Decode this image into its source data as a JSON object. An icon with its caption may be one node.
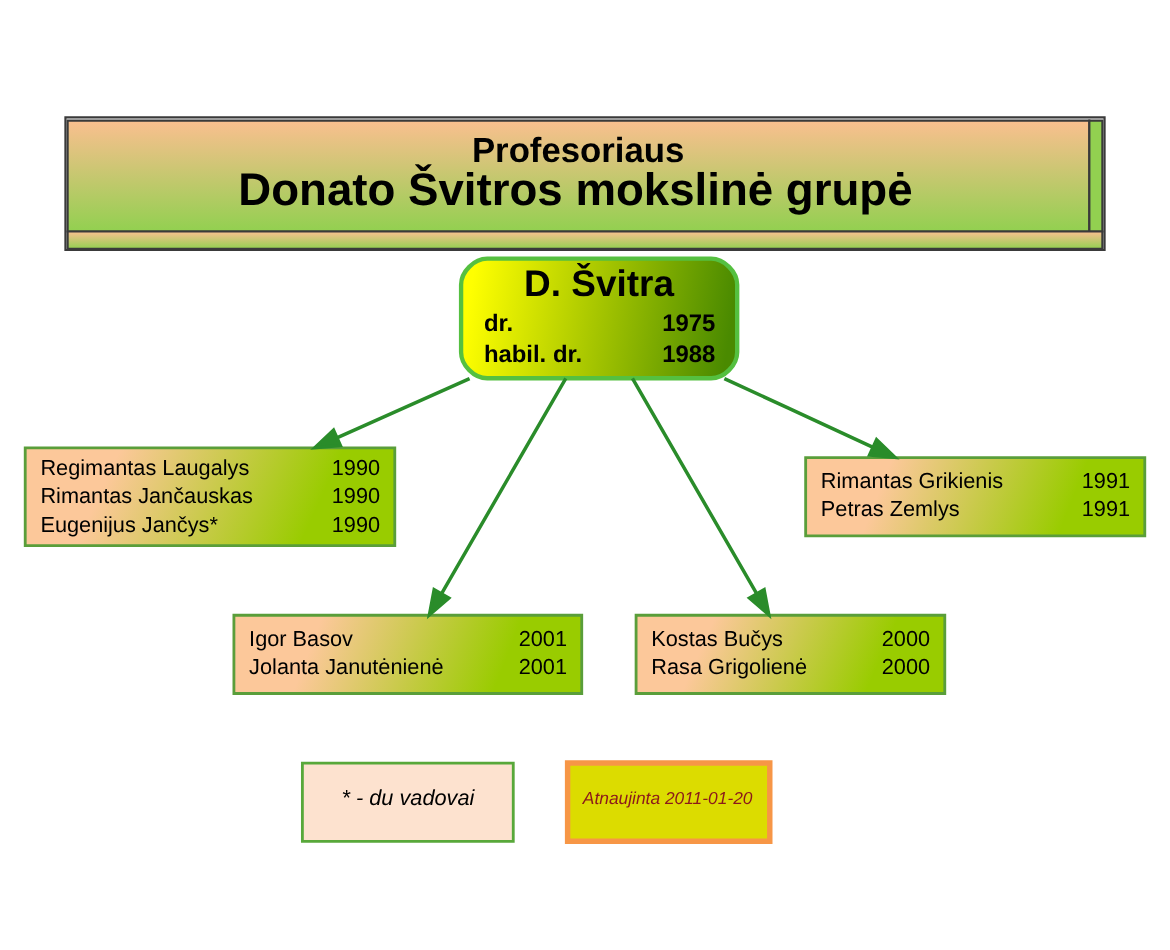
{
  "diagram": {
    "title": "Profesoriaus Donato Švitros mokslinė grupė",
    "nodes": [
      {
        "text": [
          "D. Švitra",
          "dr.",
          "1975",
          "habil. dr.",
          "1988"
        ]
      },
      {
        "text": [
          "Regimantas Laugalys",
          "1990",
          "Rimantas Jančauskas",
          "1990",
          "Eugenijus Jančys*",
          "1990"
        ]
      },
      {
        "text": [
          "Rimantas Grikienis",
          "1991",
          "Petras Zemlys",
          "1991"
        ]
      },
      {
        "text": [
          "Kostas Bučys",
          "2000",
          "Rasa Grigolienė",
          "2000"
        ]
      },
      {
        "text": [
          "Igor Basov",
          "2001",
          "Jolanta Janutėnienė",
          "2001"
        ]
      },
      {
        "text": [
          "* - du vadovai"
        ]
      },
      {
        "text": [
          "Atnaujinta 2011-01-20"
        ]
      }
    ],
    "edges": [
      {
        "from": 0,
        "to": 1,
        "arrow": "to"
      },
      {
        "from": 0,
        "to": 4,
        "arrow": "to"
      },
      {
        "from": 0,
        "to": 3,
        "arrow": "to"
      },
      {
        "from": 0,
        "to": 2,
        "arrow": "to"
      }
    ]
  }
}
